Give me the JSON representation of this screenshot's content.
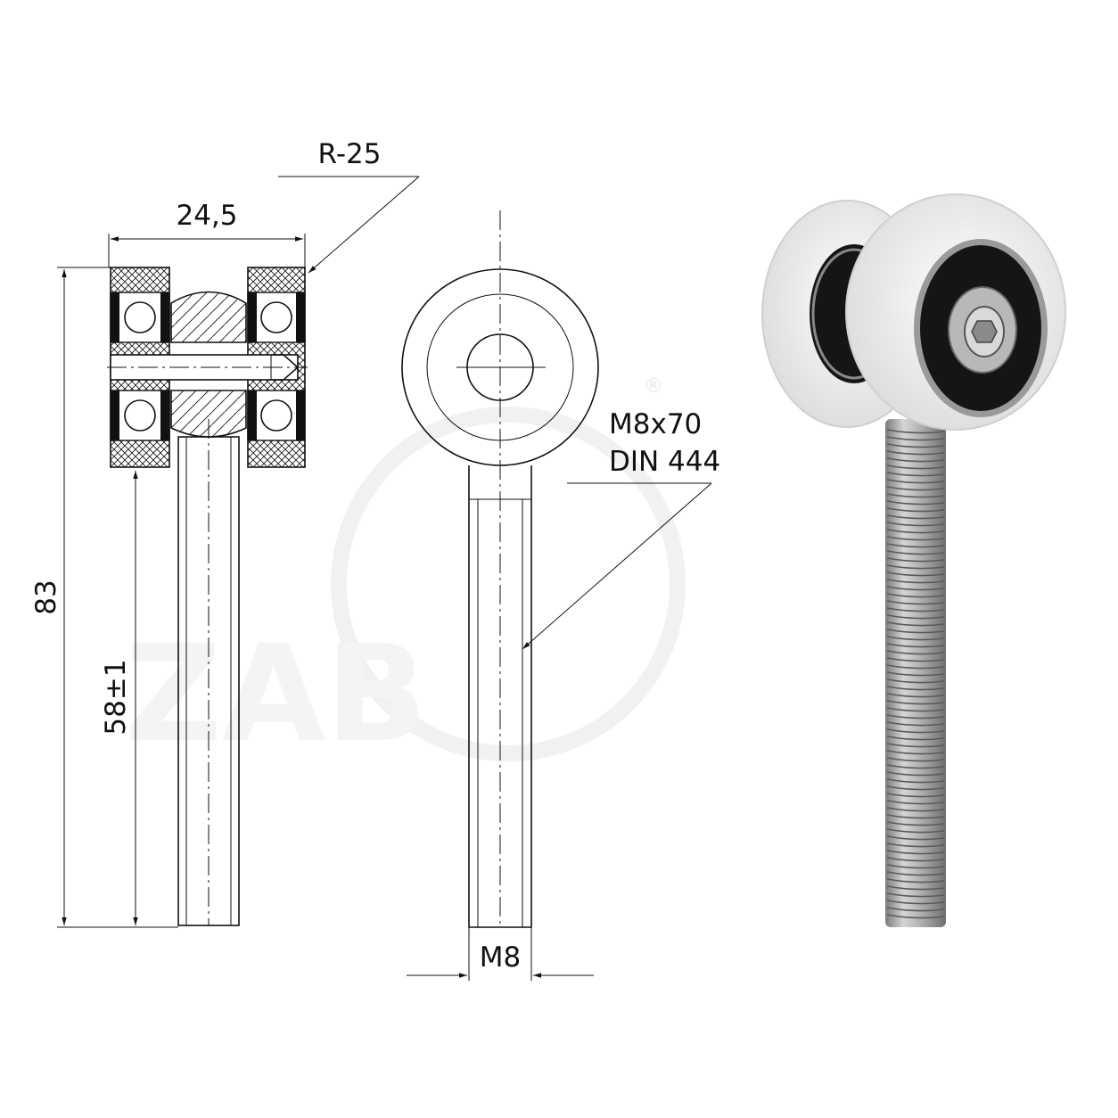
{
  "drawing": {
    "dimensions": {
      "width_top": "24,5",
      "radius": "R-25",
      "height_total": "83",
      "height_axle": "58±1",
      "thread": "M8"
    },
    "callout": {
      "line1": "M8x70",
      "line2": "DIN 444"
    },
    "watermark": {
      "text": "ZAB",
      "symbol": "®"
    }
  },
  "colors": {
    "line": "#111111",
    "wheel_body": "#f4f4f4",
    "bearing_seal": "#151515",
    "bolt_steel": "#a9a9a9",
    "watermark": "#e8e8e8"
  },
  "icons": {
    "product_photo": "double-roller-wheel-with-threaded-bolt"
  }
}
